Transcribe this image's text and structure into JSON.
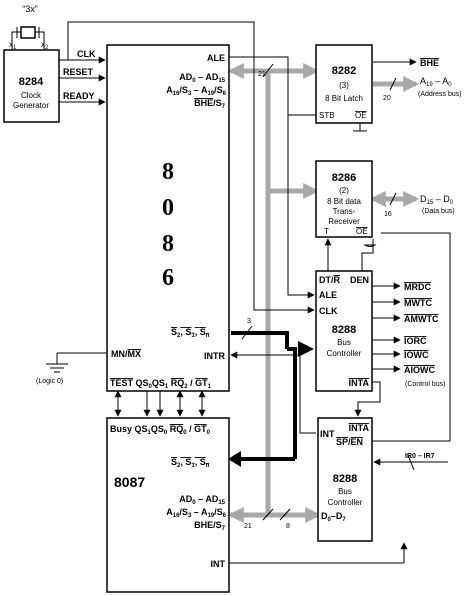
{
  "crystal": {
    "label": "“3x”",
    "x1": "x",
    "x2": "x",
    "sub1": "1",
    "sub2": "2"
  },
  "clockgen": {
    "number": "8284",
    "name1": "Clock",
    "name2": "Generator"
  },
  "cpu": {
    "digits": [
      "8",
      "0",
      "8",
      "6"
    ],
    "pins": {
      "clk": "CLK",
      "reset": "RESET",
      "ready": "READY",
      "ale": "ALE",
      "ad_a": "AD",
      "ad_a_s1": "0",
      "ad_a_m": " – AD",
      "ad_a_s2": "15",
      "a16_a": "A",
      "a16_a_s1": "16",
      "a16_a_m1": "/S",
      "a16_a_s2": "3",
      "a16_a_m2": " – A",
      "a16_a_s3": "19",
      "a16_a_m3": "/S",
      "a16_a_s4": "6",
      "bhe_a": "BHE",
      "bhe_b": "/S",
      "bhe_s": "7",
      "mn": "MN",
      "mx": "MX",
      "status_a": "S",
      "status_s0": "2",
      "status_s1": "1",
      "status_sn": "n",
      "intr": "INTR",
      "test": "TEST",
      "qs0": "QS",
      "qs0_s": "0",
      "qs1": "QS",
      "qs1_s": "1",
      "rq": "RQ",
      "rq_s": "2",
      "gt": "GT",
      "gt_s": "1"
    }
  },
  "copro": {
    "number": "8087",
    "pins": {
      "busy": "Busy",
      "qs1": "QS",
      "qs1_s": "1",
      "qs0": "QS",
      "qs0_s": "0",
      "rq": "RQ",
      "rq_s": "0",
      "gt": "GT",
      "gt_s": "0",
      "status_a": "S",
      "status_s0": "2",
      "status_s1": "1",
      "status_sn": "n",
      "ad_a": "AD",
      "ad_a_s1": "0",
      "ad_a_m": " – AD",
      "ad_a_s2": "15",
      "a16_a": "A",
      "a16_a_s1": "16",
      "a16_a_m1": "/S",
      "a16_a_s2": "3",
      "a16_a_m2": " – A",
      "a16_a_s3": "19",
      "a16_a_m3": "/S",
      "a16_a_s4": "6",
      "bhe": "BHE/S",
      "bhe_s": "7",
      "int": "INT"
    }
  },
  "latch": {
    "number": "8282",
    "count": "(3)",
    "name": "8 Bit Latch",
    "stb": "STB",
    "oe": "OE"
  },
  "transceiver": {
    "number": "8286",
    "count": "(2)",
    "name1": "8 Bit data",
    "name2": "Trans-",
    "name3": "Receiver",
    "t": "T",
    "oe": "OE"
  },
  "busctl": {
    "dtr_a": "DT/",
    "dtr_b": "R",
    "den": "DEN",
    "ale": "ALE",
    "clk": "CLK",
    "number": "8288",
    "name1": "Bus",
    "name2": "Controller",
    "inta": "INTA"
  },
  "pic": {
    "inta": "INTA",
    "int": "INT",
    "sp": "SP",
    "en": "EN",
    "number": "8288",
    "name1": "Bus",
    "name2": "Controller",
    "d_a": "D",
    "d_s1": "0",
    "d_m": "–D",
    "d_s2": "7",
    "irq": "IR0 – IR7"
  },
  "outputs": {
    "bhe": "BHE",
    "addr_a": "A",
    "addr_s1": "19",
    "addr_m": " – A",
    "addr_s2": "0",
    "addr_note": "(Address bus)",
    "data_a": "D",
    "data_s1": "15",
    "data_m": " – D",
    "data_s2": "0",
    "data_note": "(Data bus)",
    "mrdc": "MRDC",
    "mwtc": "MWTC",
    "amwtc": "AMWTC",
    "iorc": "IORC",
    "iowc": "IOWC",
    "aiowc": "AIOWC",
    "control_note": "(Control bus)"
  },
  "ground_note": "(Logic 0)",
  "bus_widths": {
    "addr": "20",
    "cpu_bus": "21",
    "data": "16",
    "status": "3",
    "copro_bus": "21",
    "pic_data": "8"
  }
}
